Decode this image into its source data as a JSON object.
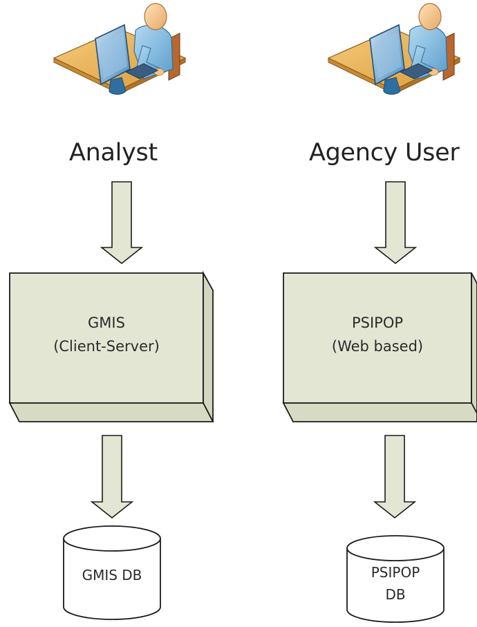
{
  "roles": {
    "analyst": "Analyst",
    "agency_user": "Agency User"
  },
  "systems": {
    "gmis": {
      "name": "GMIS",
      "type": "(Client-Server)"
    },
    "psipop": {
      "name": "PSIPOP",
      "type": "(Web based)"
    }
  },
  "databases": {
    "gmis_db": {
      "line1": "GMIS DB",
      "line2": ""
    },
    "psipop_db": {
      "line1": "PSIPOP",
      "line2": "DB"
    }
  },
  "icons": {
    "analyst": "user-at-computer-icon",
    "agency_user": "user-at-computer-icon"
  },
  "colors": {
    "box_fill": "#e4e6d4",
    "box_edge": "#d4d7bd",
    "stroke": "#1a1a1a",
    "skin": "#f2c48c",
    "shirt": "#7fb8dc",
    "desk": "#e7b560",
    "monitor": "#2f6fa0"
  }
}
